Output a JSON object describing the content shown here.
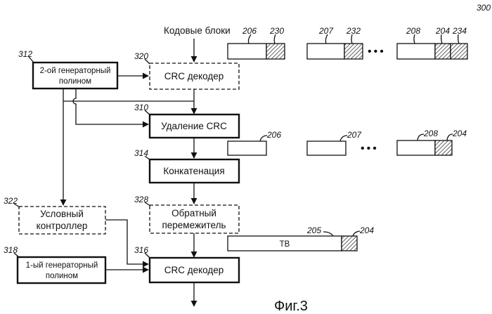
{
  "figure_number": "300",
  "caption": "Фиг.3",
  "input_label": "Кодовые блоки",
  "blocks": {
    "crc_decoder_top": {
      "ref": "320",
      "label": "CRC декодер"
    },
    "gen2": {
      "ref": "312",
      "line1": "2-ой генераторный",
      "line2": "полином"
    },
    "crc_removal": {
      "ref": "310",
      "label": "Удаление CRC"
    },
    "concat": {
      "ref": "314",
      "label": "Конкатенация"
    },
    "deinterleaver": {
      "ref": "328",
      "line1": "Обратный",
      "line2": "перемежитель"
    },
    "controller": {
      "ref": "322",
      "line1": "Условный",
      "line2": "контроллер"
    },
    "gen1": {
      "ref": "318",
      "line1": "1-ый генераторный",
      "line2": "полином"
    },
    "crc_decoder_bottom": {
      "ref": "316",
      "label": "CRC декодер"
    }
  },
  "code_blocks_row1": {
    "r206": "206",
    "r230": "230",
    "r207": "207",
    "r232": "232",
    "r208": "208",
    "r204": "204",
    "r234": "234",
    "ellipsis": "•••"
  },
  "code_blocks_row2": {
    "r206": "206",
    "r207": "207",
    "r208": "208",
    "r204": "204",
    "ellipsis": "•••"
  },
  "transport_block": {
    "ref": "205",
    "label": "TB",
    "crc_ref": "204"
  }
}
